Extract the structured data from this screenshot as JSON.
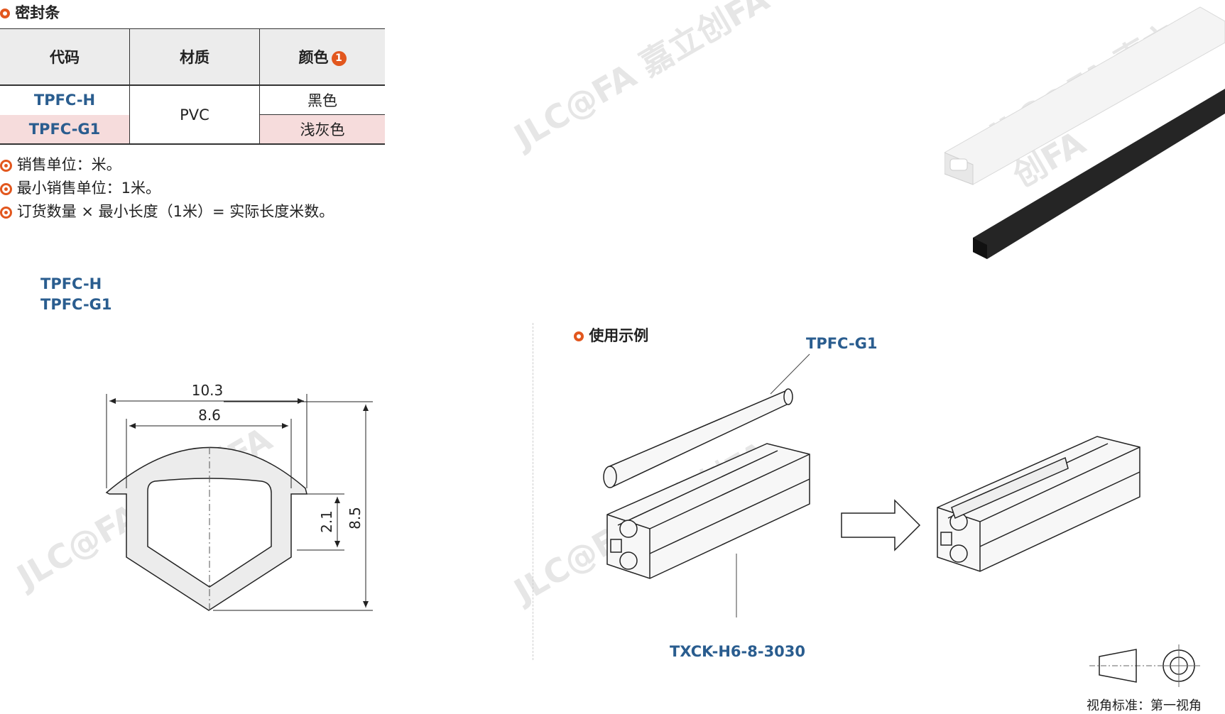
{
  "section": {
    "title": "密封条"
  },
  "table": {
    "headers": [
      "代码",
      "材质",
      "颜色"
    ],
    "header_badge": "1",
    "rows": [
      {
        "code": "TPFC-H",
        "color": "黑色"
      },
      {
        "code": "TPFC-G1",
        "color": "浅灰色"
      }
    ],
    "material": "PVC"
  },
  "notes": [
    "销售单位：米。",
    "最小销售单位：1米。",
    "订货数量 × 最小长度（1米）= 实际长度米数。"
  ],
  "drawing": {
    "codes": [
      "TPFC-H",
      "TPFC-G1"
    ],
    "dims": {
      "width_outer": "10.3",
      "width_inner": "8.6",
      "height_small": "2.1",
      "height_total": "8.5"
    }
  },
  "usage": {
    "title": "使用示例",
    "part_label": "TPFC-G1",
    "profile_label": "TXCK-H6-8-3030"
  },
  "projection": {
    "label": "视角标准：第一视角"
  },
  "watermark": {
    "brand": "JLC@FA",
    "cn": "嘉立创FA",
    "url": "WWW.JLCFA.COM"
  },
  "colors": {
    "accent": "#e2571e",
    "code_blue": "#2a5d8f",
    "highlight_row": "#f6dcdc"
  }
}
